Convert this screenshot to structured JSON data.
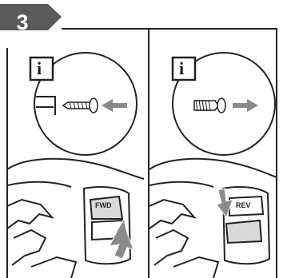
{
  "step": {
    "number": "3"
  },
  "colors": {
    "badge": "#5a5a5a",
    "frame": "#222222",
    "arrow": "#8a8a8a"
  },
  "panels": [
    {
      "id": "forward",
      "info_symbol": "i",
      "switch_label": "FWD",
      "screw_direction": "in",
      "switch_direction": "up",
      "icons": [
        "info-icon",
        "screw-icon",
        "arrow-left-icon",
        "arrow-up-icon",
        "drill-icon"
      ]
    },
    {
      "id": "reverse",
      "info_symbol": "i",
      "switch_label": "REV",
      "screw_direction": "out",
      "switch_direction": "down",
      "icons": [
        "info-icon",
        "screw-icon",
        "arrow-right-icon",
        "arrow-down-icon",
        "drill-icon"
      ]
    }
  ]
}
